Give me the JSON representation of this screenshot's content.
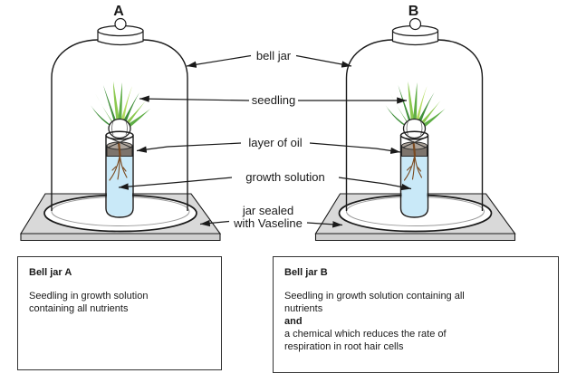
{
  "diagram": {
    "jar_a_letter": "A",
    "jar_b_letter": "B",
    "callouts": {
      "bell_jar": "bell jar",
      "seedling": "seedling",
      "layer_of_oil": "layer of oil",
      "growth_solution": "growth solution",
      "seal_line1": "jar sealed",
      "seal_line2": "with Vaseline"
    }
  },
  "boxes": {
    "a": {
      "title": "Bell jar A",
      "line1": "Seedling in growth solution",
      "line2": "containing all nutrients"
    },
    "b": {
      "title": "Bell jar B",
      "line1": "Seedling in growth solution containing all",
      "line2": "nutrients",
      "line3": "and",
      "line4": "a chemical which reduces the rate of",
      "line5": "respiration in root hair cells"
    }
  },
  "colors": {
    "outline": "#1a1a1a",
    "plate_top": "#d9d9d9",
    "plate_front": "#cfcfcf",
    "liquid_blue": "#c9e9f8",
    "oil_band": "#7d746c",
    "oil_top": "#ada49b",
    "root_brown": "#7a4a21",
    "leaf_dark": "#3f8f3a",
    "leaf_mid": "#5fae46",
    "leaf_light": "#8cc94f",
    "leaf_pale": "#b4dc62"
  }
}
